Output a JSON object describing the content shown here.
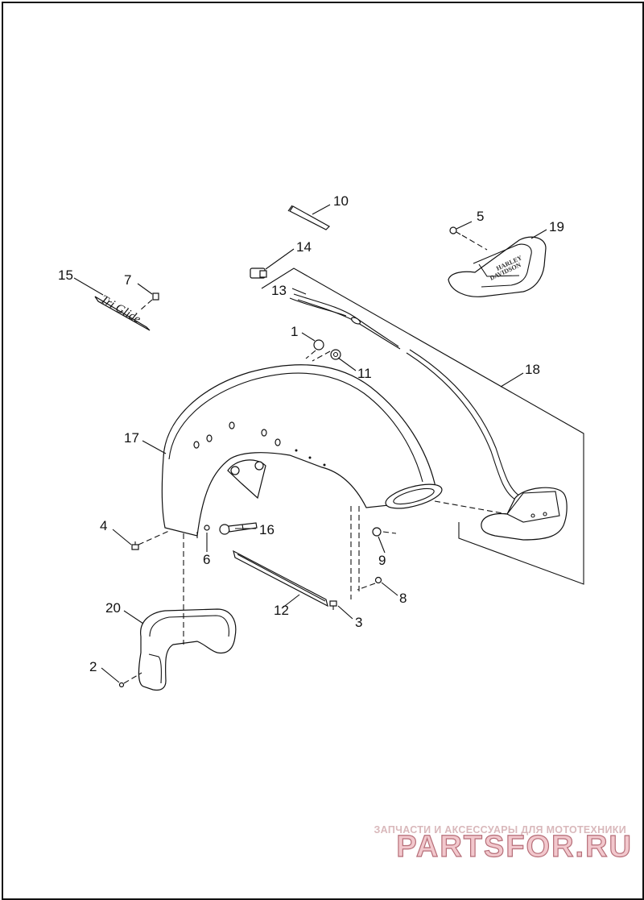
{
  "callouts": [
    {
      "id": "1",
      "label": "1"
    },
    {
      "id": "2",
      "label": "2"
    },
    {
      "id": "3",
      "label": "3"
    },
    {
      "id": "4",
      "label": "4"
    },
    {
      "id": "5",
      "label": "5"
    },
    {
      "id": "6",
      "label": "6"
    },
    {
      "id": "7",
      "label": "7"
    },
    {
      "id": "8",
      "label": "8"
    },
    {
      "id": "9",
      "label": "9"
    },
    {
      "id": "10",
      "label": "10"
    },
    {
      "id": "11",
      "label": "11"
    },
    {
      "id": "12",
      "label": "12"
    },
    {
      "id": "13",
      "label": "13"
    },
    {
      "id": "14",
      "label": "14"
    },
    {
      "id": "15",
      "label": "15"
    },
    {
      "id": "16",
      "label": "16"
    },
    {
      "id": "17",
      "label": "17"
    },
    {
      "id": "18",
      "label": "18"
    },
    {
      "id": "19",
      "label": "19"
    },
    {
      "id": "20",
      "label": "20"
    }
  ],
  "emblem_text": "Tri Glide",
  "watermark": {
    "tagline": "ЗАПЧАСТИ И АКСЕССУАРЫ ДЛЯ МОТОТЕХНИКИ",
    "logo": "PARTSFOR.RU"
  }
}
